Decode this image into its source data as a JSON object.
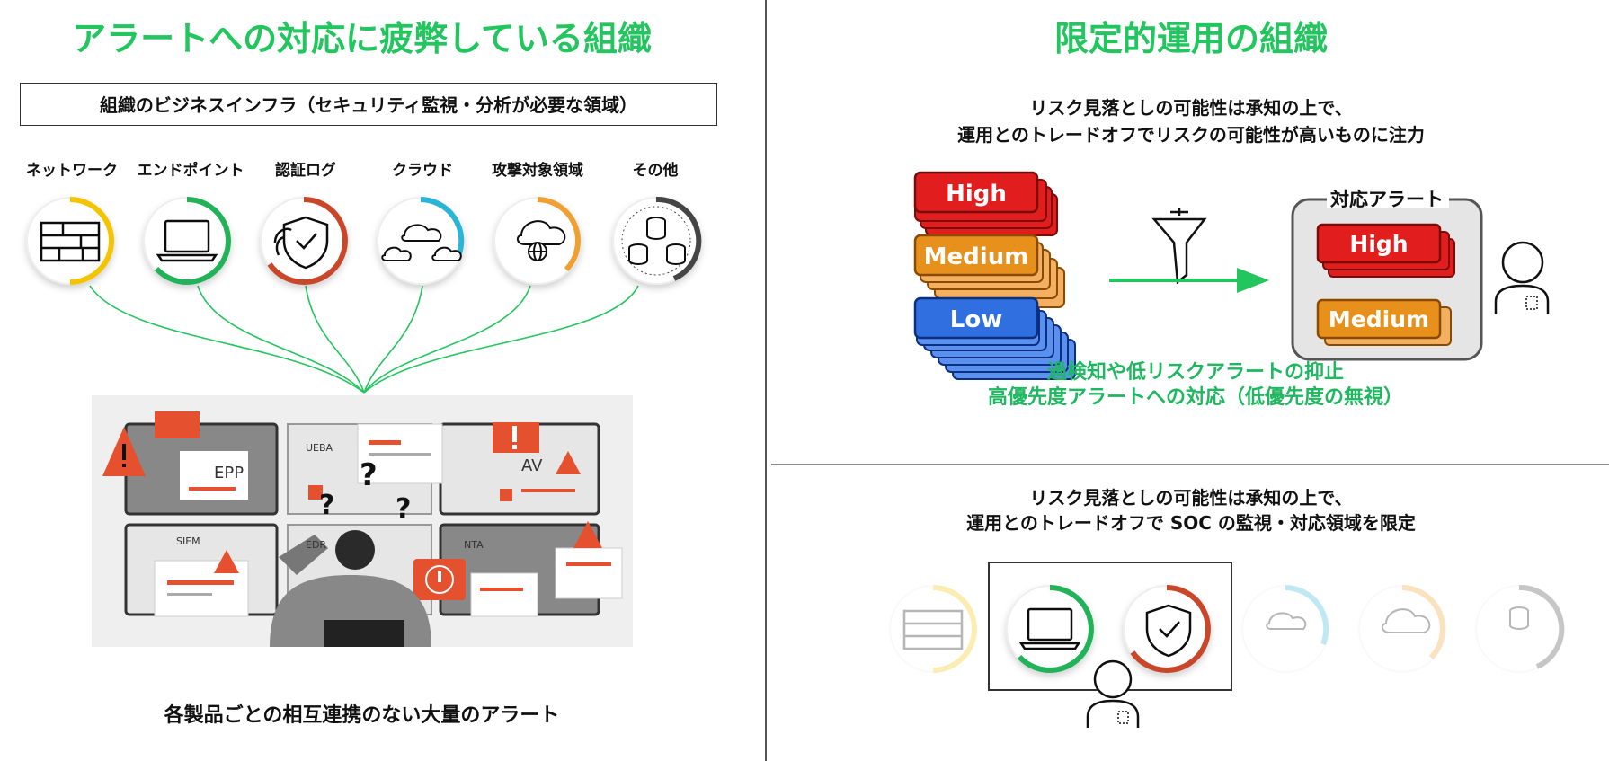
{
  "left": {
    "title": "アラートへの対応に疲弊している組織",
    "infra_box": "組織のビジネスインフラ（セキュリティ監視・分析が必要な領域）",
    "categories": [
      "ネットワーク",
      "エンドポイント",
      "認証ログ",
      "クラウド",
      "攻撃対象領域",
      "その他"
    ],
    "caption": "各製品ごとの相互連携のない大量のアラート",
    "panels": {
      "epp": "EPP",
      "ueba": "UEBA",
      "av": "AV",
      "siem": "SIEM",
      "edr": "EDR",
      "nta": "NTA"
    }
  },
  "right_top": {
    "title": "限定的運用の組織",
    "line1": "リスク見落としの可能性は承知の上で、",
    "line2": "運用とのトレードオフでリスクの可能性が高いものに注力",
    "levels": {
      "high": "High",
      "medium": "Medium",
      "low": "Low"
    },
    "box_title": "対応アラート",
    "note1": "過検知や低リスクアラートの抑止",
    "note2": "高優先度アラートへの対応（低優先度の無視）"
  },
  "right_bottom": {
    "line1": "リスク見落としの可能性は承知の上で、",
    "line2": "運用とのトレードオフで SOC の監視・対応領域を限定"
  },
  "colors": {
    "accent_green": "#22c55e",
    "network": "#f5c400",
    "endpoint": "#22b35a",
    "auth": "#c8462a",
    "cloud": "#2bb4d6",
    "attack": "#f0a030",
    "other": "#444444",
    "high": "#e11d1d",
    "medium": "#e8901c",
    "low": "#2f6fe0"
  }
}
